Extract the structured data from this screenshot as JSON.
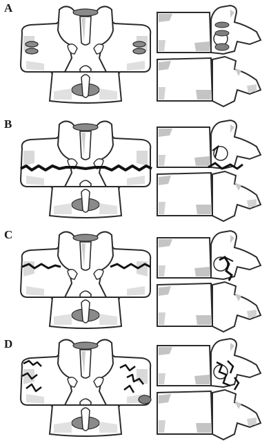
{
  "colors": {
    "bone_fill": "#ffffff",
    "outline": "#2a2a2a",
    "shade": "#bdbdbd",
    "disc": "#7f7f7f",
    "fracture": "#111111"
  },
  "panels": [
    {
      "label": "A",
      "fracture": "none"
    },
    {
      "label": "B",
      "fracture": "transverse"
    },
    {
      "label": "C",
      "fracture": "transverse-posterior"
    },
    {
      "label": "D",
      "fracture": "comminuted"
    }
  ]
}
